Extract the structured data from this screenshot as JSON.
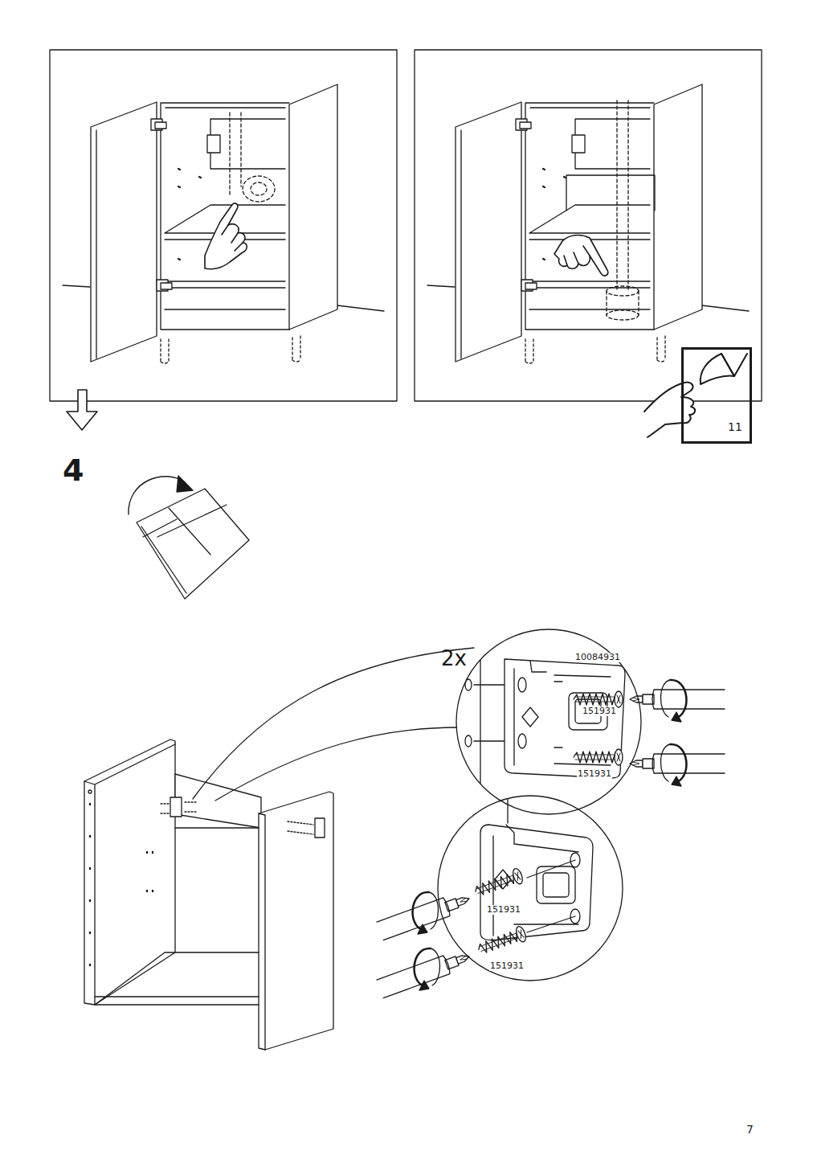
{
  "diagram": {
    "nodes": [
      {
        "text": [
          "2x",
          "10084931",
          "151931",
          "151931"
        ]
      },
      {
        "text": [
          "151931",
          "151931"
        ]
      },
      {
        "text": [
          "11"
        ]
      }
    ],
    "labels": [
      "4",
      "7"
    ]
  }
}
